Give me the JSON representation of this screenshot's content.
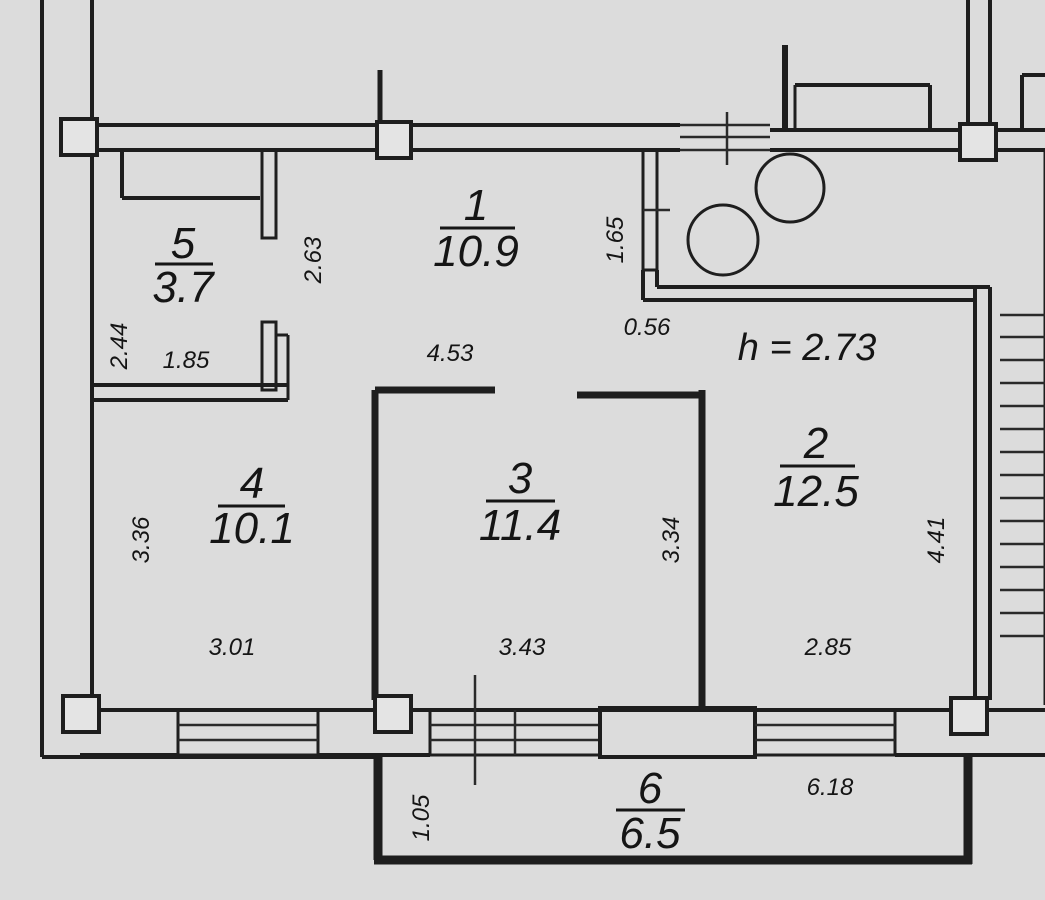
{
  "plan": {
    "rooms": [
      {
        "number": "1",
        "area": "10.9"
      },
      {
        "number": "2",
        "area": "12.5"
      },
      {
        "number": "3",
        "area": "11.4"
      },
      {
        "number": "4",
        "area": "10.1"
      },
      {
        "number": "5",
        "area": "3.7"
      },
      {
        "number": "6",
        "area": "6.5"
      }
    ],
    "ceiling_height": "h = 2.73",
    "dimensions": {
      "d263": "2.63",
      "d165": "1.65",
      "d244": "2.44",
      "d185": "1.85",
      "d453": "4.53",
      "d056": "0.56",
      "d336": "3.36",
      "d334": "3.34",
      "d441": "4.41",
      "d301": "3.01",
      "d343": "3.43",
      "d285": "2.85",
      "d105": "1.05",
      "d618": "6.18"
    }
  }
}
